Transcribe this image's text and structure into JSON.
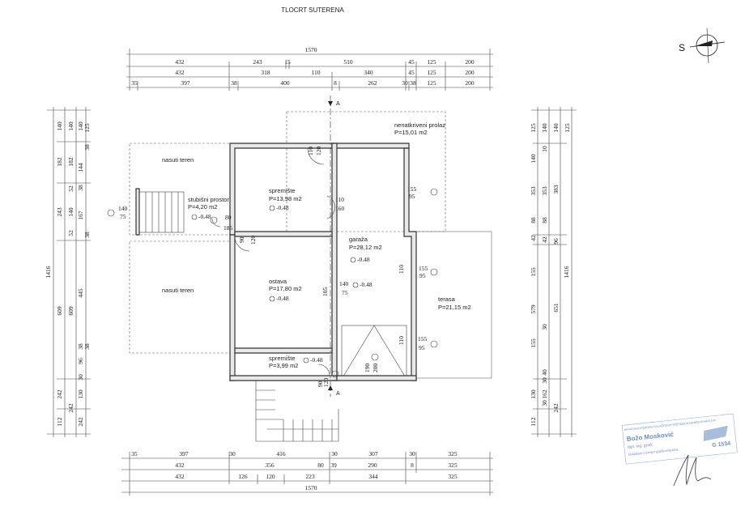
{
  "title": "TLOCRT SUTERENA",
  "compass": {
    "label": "S"
  },
  "dimensions": {
    "top_total": "1570",
    "top_row1": [
      "432",
      "243",
      "15",
      "510",
      "45",
      "125",
      "200"
    ],
    "top_row2": [
      "432",
      "318",
      "110",
      "340",
      "45",
      "125",
      "200"
    ],
    "top_row3": [
      "35",
      "397",
      "38",
      "400",
      "8",
      "262",
      "30",
      "38",
      "125",
      "200"
    ],
    "bottom_row1": [
      "35",
      "397",
      "30",
      "416",
      "30",
      "307",
      "30",
      "325"
    ],
    "bottom_row2": [
      "432",
      "356",
      "80",
      "39",
      "290",
      "8",
      "325"
    ],
    "bottom_row3": [
      "432",
      "126",
      "120",
      "223",
      "344",
      "325"
    ],
    "bottom_total": "1570",
    "left_total": "1416",
    "left_col1": [
      "140",
      "182",
      "243",
      "609",
      "242",
      "112"
    ],
    "left_col2": [
      "140",
      "182",
      "52",
      "140",
      "52",
      "609",
      "242"
    ],
    "left_col3": [
      "140",
      "144",
      "38",
      "167",
      "445",
      "38",
      "96",
      "30",
      "130",
      "242"
    ],
    "left_col4": [
      "125",
      "38",
      "38",
      "38"
    ],
    "right_total": "1416",
    "right_col1": [
      "125",
      "140",
      "353",
      "88",
      "42",
      "155",
      "579",
      "155",
      "130",
      "112"
    ],
    "right_col2": [
      "10",
      "30",
      "40",
      "30",
      "30",
      "162"
    ],
    "right_col3": [
      "140",
      "383",
      "96",
      "651",
      "242"
    ],
    "right_col4": [
      "125",
      "140",
      "353",
      "88",
      "42"
    ]
  },
  "rooms": [
    {
      "name": "nenatkriveni prolaz",
      "area": "P=15,01 m2"
    },
    {
      "name": "nasuti teren",
      "area": ""
    },
    {
      "name": "stubišni prostor",
      "area": "P=4,20 m2"
    },
    {
      "name": "spremište",
      "area": "P=13,98 m2"
    },
    {
      "name": "garaža",
      "area": "P=28,12 m2"
    },
    {
      "name": "nasuti teren",
      "area": ""
    },
    {
      "name": "ostava",
      "area": "P=17,80 m2"
    },
    {
      "name": "terasa",
      "area": "P=21,15 m2"
    },
    {
      "name": "spremište",
      "area": "P=3,99 m2"
    }
  ],
  "openings": [
    "140",
    "75",
    "80",
    "185",
    "110",
    "120",
    "90",
    "120",
    "110",
    "160",
    "155",
    "95",
    "110",
    "155",
    "95",
    "105",
    "140",
    "75",
    "110",
    "155",
    "95",
    "190",
    "200",
    "90",
    "120"
  ],
  "levels": [
    "-0.48",
    "-0.48",
    "-0.48",
    "-0.48",
    "-0.48",
    "-0.48"
  ],
  "section_mark": "A",
  "stamp": {
    "line1": "HRVATSKA KOMORA OVLAŠTENIH INŽENJERA GRAĐEVINARSTVA",
    "line2": "Božo Mosković",
    "line3": "dipl. ing. građ.",
    "line4": "Ovlašteni inženjer građevinarstva",
    "number": "G 1534"
  }
}
